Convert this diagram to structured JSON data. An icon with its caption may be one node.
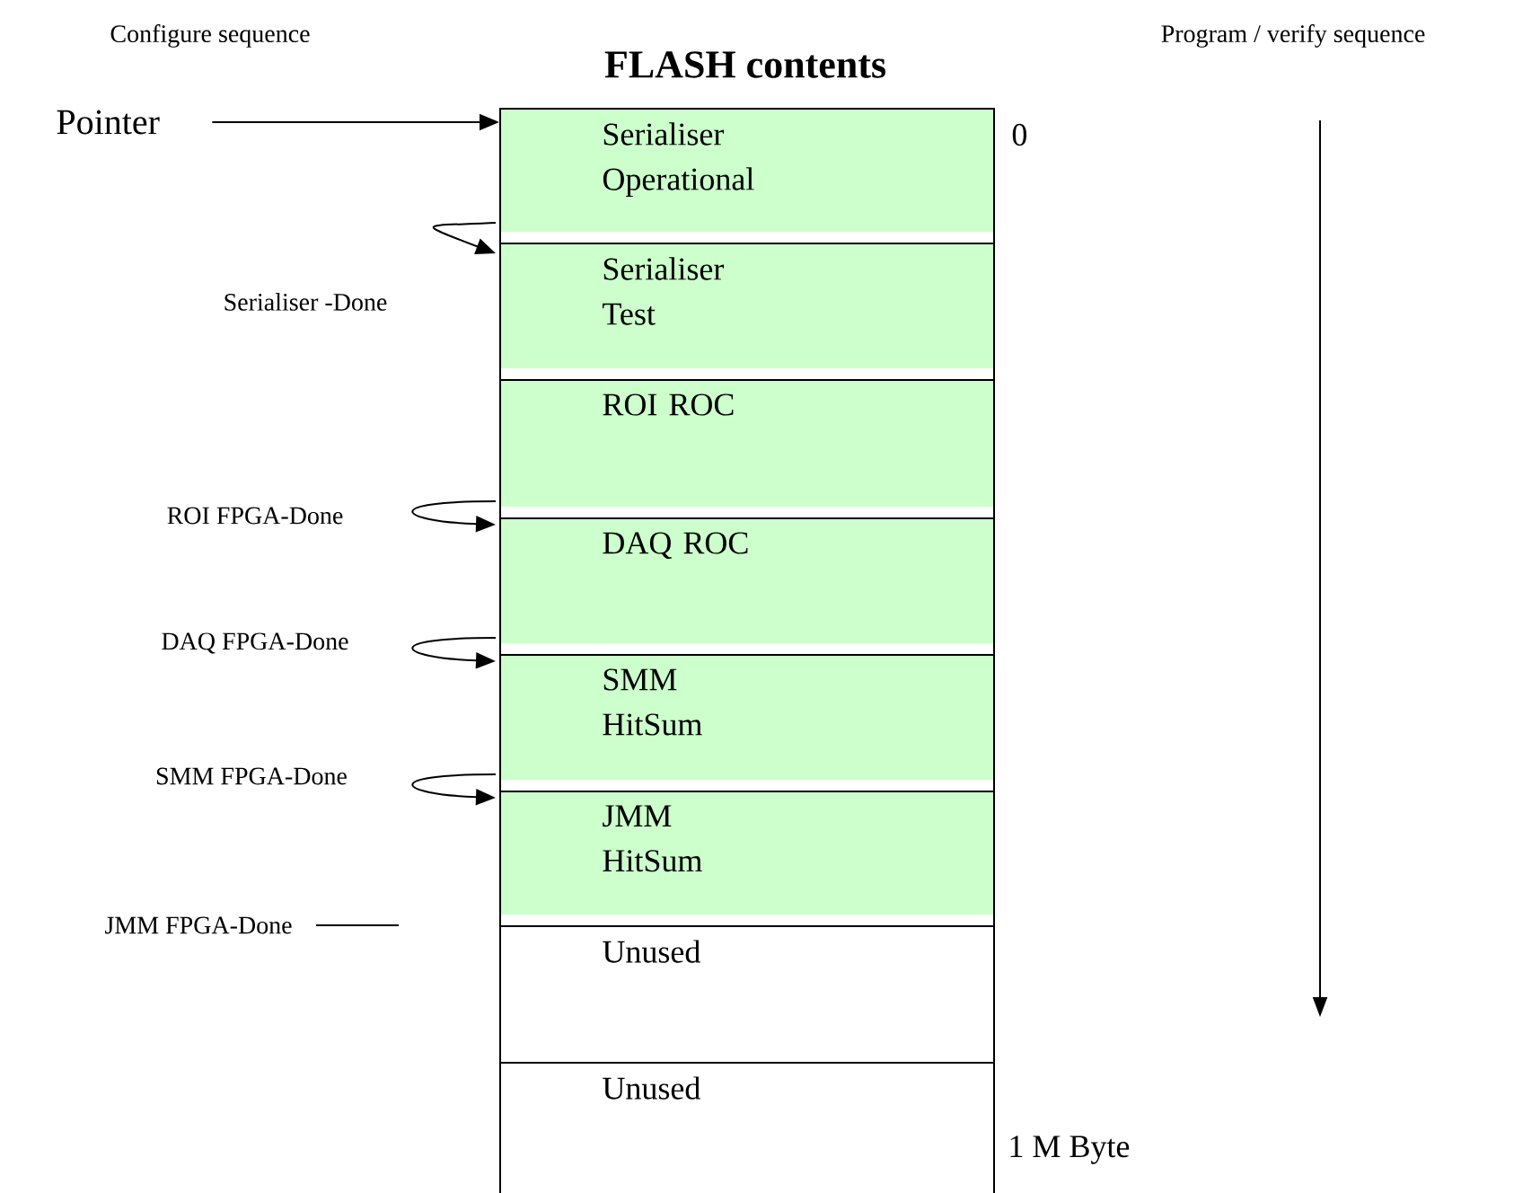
{
  "diagram": {
    "title": "FLASH contents",
    "nodes": [
      {
        "text": [
          "Pointer"
        ]
      },
      {
        "text": [
          "Serialiser Operational"
        ]
      },
      {
        "text": [
          "Serialiser Test"
        ]
      },
      {
        "text": [
          "ROI ROC"
        ]
      },
      {
        "text": [
          "DAQ ROC"
        ]
      },
      {
        "text": [
          "SMM HitSum"
        ]
      },
      {
        "text": [
          "JMM HitSum"
        ]
      },
      {
        "text": [
          "Unused"
        ]
      },
      {
        "text": [
          "Unused"
        ]
      },
      {
        "text": [
          "JMM FPGA-Done"
        ]
      }
    ],
    "edges": [
      {
        "from": 0,
        "to": 1,
        "arrow": "to"
      },
      {
        "from": 1,
        "to": 2,
        "arrow": "to",
        "label": "Serialiser -Done"
      },
      {
        "from": 3,
        "to": 4,
        "arrow": "to",
        "label": "ROI FPGA-Done"
      },
      {
        "from": 4,
        "to": 5,
        "arrow": "to",
        "label": "DAQ FPGA-Done"
      },
      {
        "from": 5,
        "to": 6,
        "arrow": "to",
        "label": "SMM FPGA-Done"
      },
      {
        "from": 9,
        "to": null,
        "arrow": "none"
      }
    ],
    "labels": [
      "Configure sequence",
      "Program / verify sequence",
      "0",
      "1 M Byte"
    ]
  }
}
